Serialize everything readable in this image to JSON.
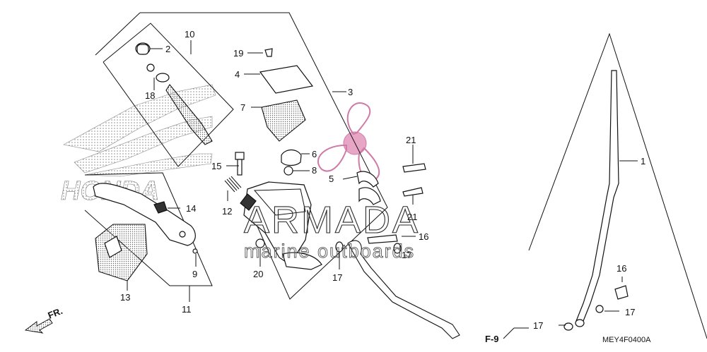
{
  "title": "",
  "callouts": {
    "c1": "1",
    "c2": "2",
    "c3": "3",
    "c4": "4",
    "c5": "5",
    "c6": "6",
    "c7": "7",
    "c8": "8",
    "c9": "9",
    "c10": "10",
    "c11": "11",
    "c12": "12",
    "c13": "13",
    "c14": "14",
    "c15": "15",
    "c16a": "16",
    "c16b": "16",
    "c17a": "17",
    "c17b": "17",
    "c17c": "17",
    "c17d": "17",
    "c18": "18",
    "c19": "19",
    "c20": "20",
    "c21a": "21",
    "c21b": "21"
  },
  "front_marker": "FR.",
  "figure_ref": "F-9",
  "diagram_code": "MEY4F0400A",
  "watermark": {
    "brand": "ARMADA",
    "tagline": "marine outboards",
    "logo_text": "HONDA"
  },
  "colors": {
    "propeller_logo": "#e8a6c6",
    "line": "#111111"
  }
}
